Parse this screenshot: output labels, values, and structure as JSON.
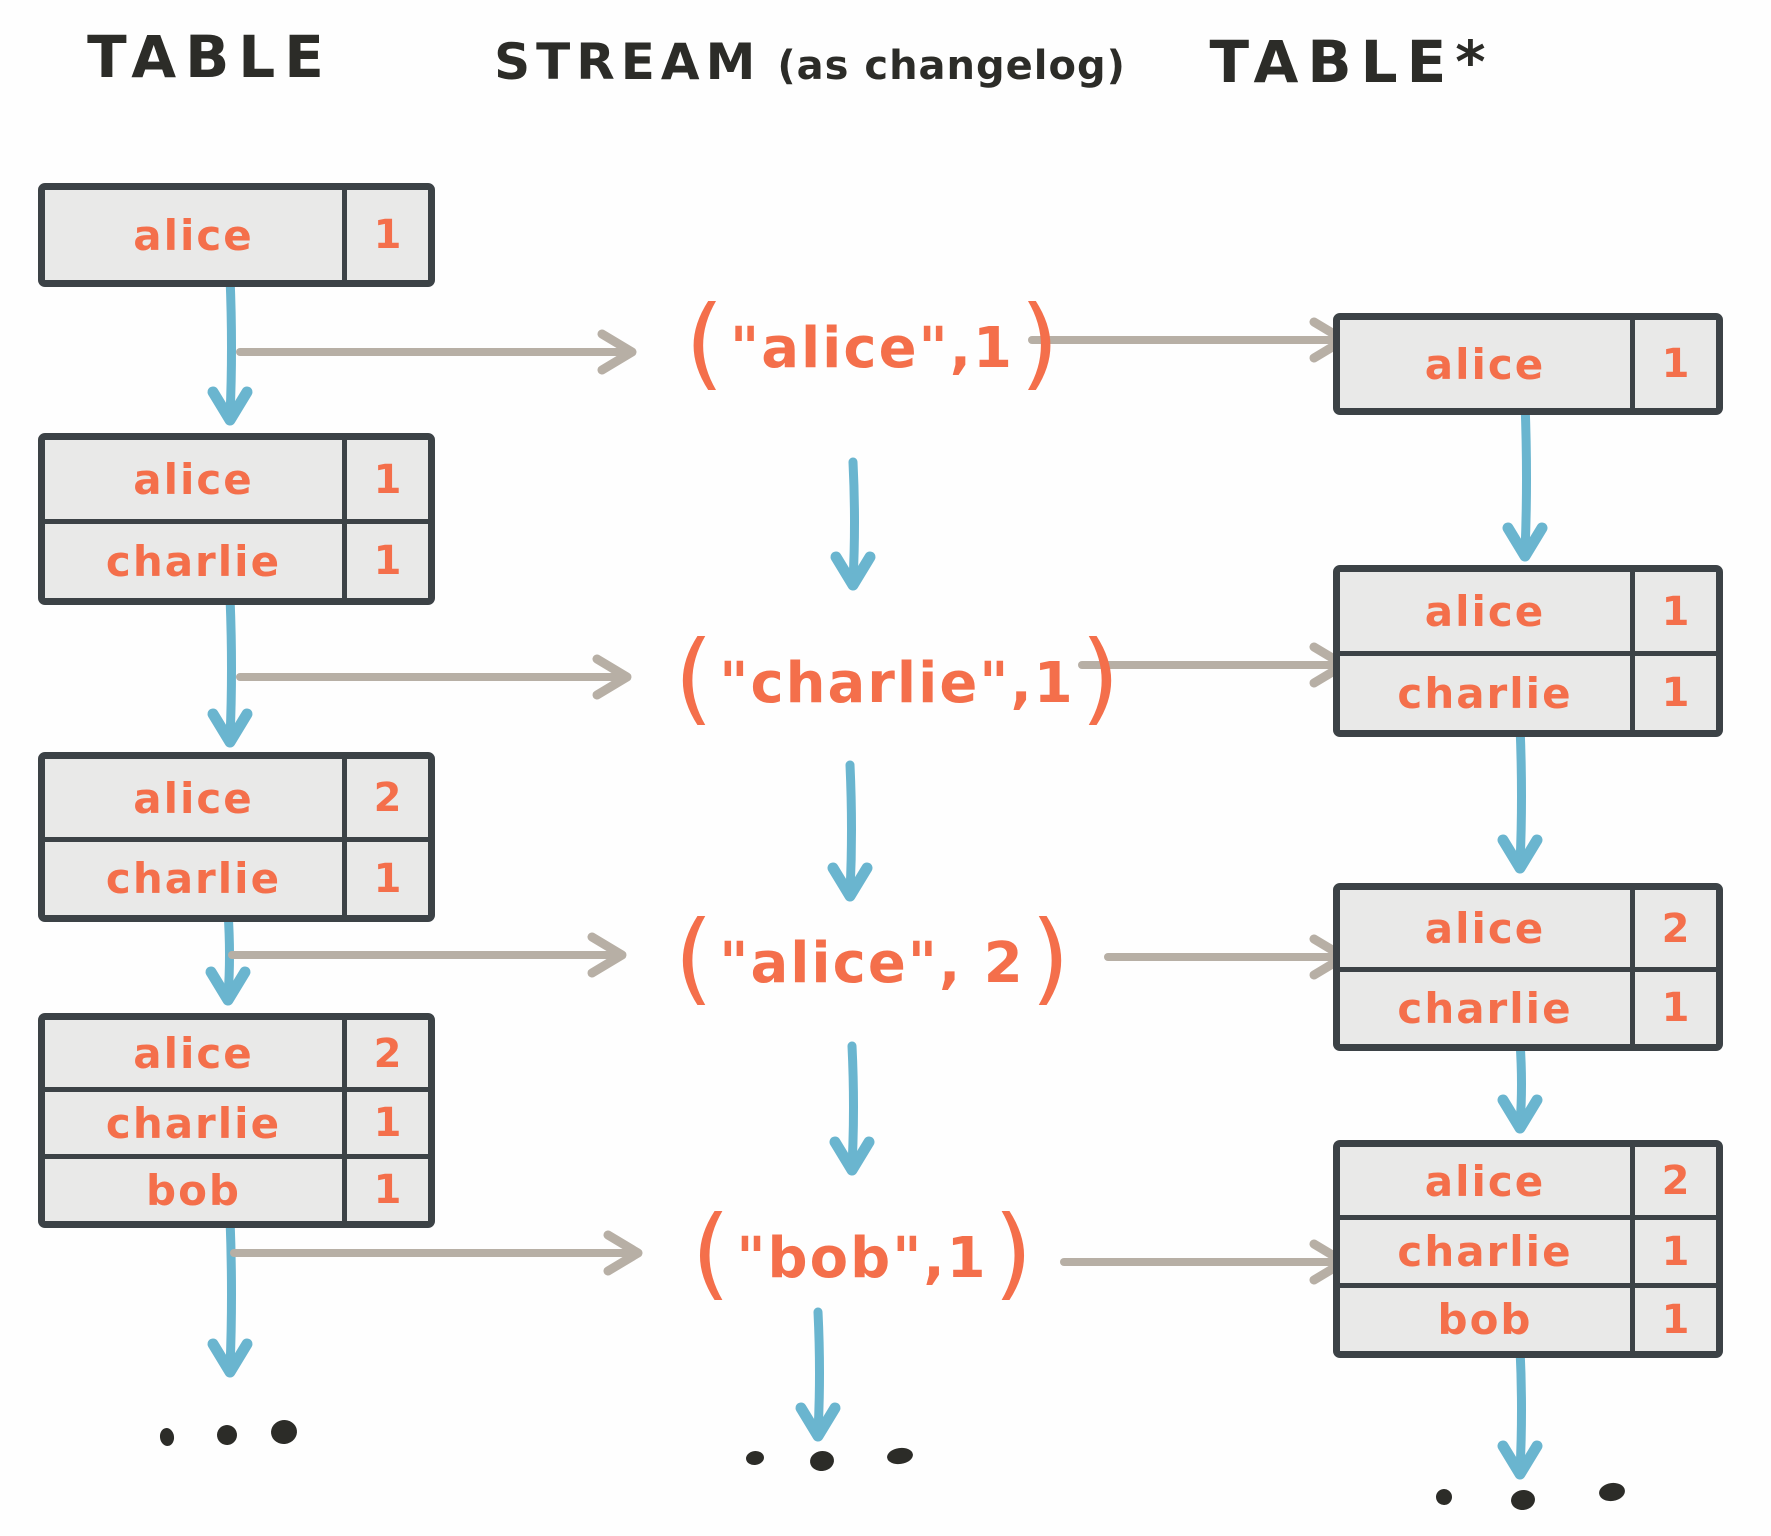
{
  "headers": {
    "left": "TABLE",
    "middle_title": "STREAM",
    "middle_subtitle": "(as changelog)",
    "right": "TABLE*"
  },
  "left_tables": [
    {
      "rows": [
        {
          "key": "alice",
          "value": "1"
        }
      ]
    },
    {
      "rows": [
        {
          "key": "alice",
          "value": "1"
        },
        {
          "key": "charlie",
          "value": "1"
        }
      ]
    },
    {
      "rows": [
        {
          "key": "alice",
          "value": "2"
        },
        {
          "key": "charlie",
          "value": "1"
        }
      ]
    },
    {
      "rows": [
        {
          "key": "alice",
          "value": "2"
        },
        {
          "key": "charlie",
          "value": "1"
        },
        {
          "key": "bob",
          "value": "1"
        }
      ]
    }
  ],
  "stream_events": [
    {
      "open": "(",
      "body": "\"alice\",1",
      "close": ")"
    },
    {
      "open": "(",
      "body": "\"charlie\",1",
      "close": ")"
    },
    {
      "open": "(",
      "body": "\"alice\", 2",
      "close": ")"
    },
    {
      "open": "(",
      "body": "\"bob\",1",
      "close": ")"
    }
  ],
  "right_tables": [
    {
      "rows": [
        {
          "key": "alice",
          "value": "1"
        }
      ]
    },
    {
      "rows": [
        {
          "key": "alice",
          "value": "1"
        },
        {
          "key": "charlie",
          "value": "1"
        }
      ]
    },
    {
      "rows": [
        {
          "key": "alice",
          "value": "2"
        },
        {
          "key": "charlie",
          "value": "1"
        }
      ]
    },
    {
      "rows": [
        {
          "key": "alice",
          "value": "2"
        },
        {
          "key": "charlie",
          "value": "1"
        },
        {
          "key": "bob",
          "value": "1"
        }
      ]
    }
  ],
  "colors": {
    "table_fill": "#e9e9e8",
    "table_border": "#3c4246",
    "text_orange": "#f46f4b",
    "arrow_blue": "#6ab5cf",
    "arrow_gray": "#b7afa5",
    "ink": "#2c2c28"
  }
}
